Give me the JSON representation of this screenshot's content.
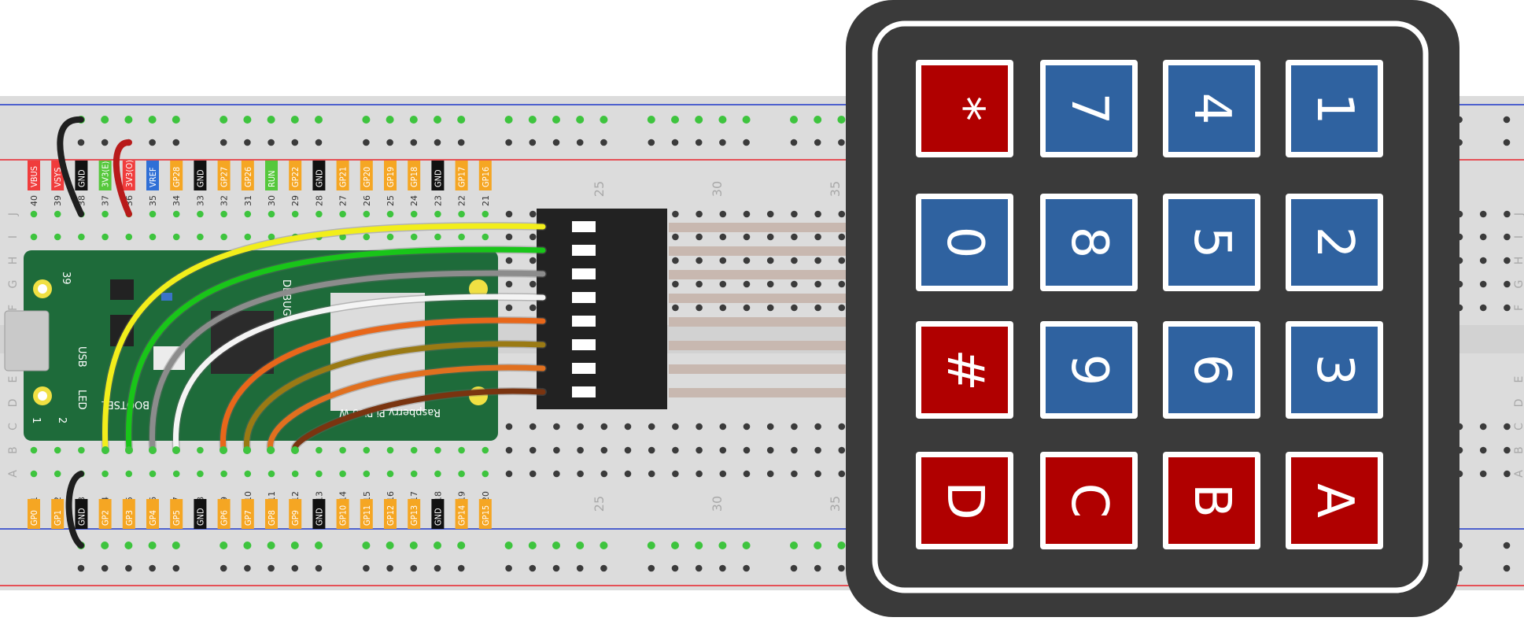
{
  "colors": {
    "breadboard": "#dcdcdc",
    "rail_red": "#e8222a",
    "rail_blue": "#1f38c9",
    "hole": "#3b3b3b",
    "hole_active": "#3ec43e",
    "pico_board": "#1e6b3a",
    "keypad_body": "#3a3a3a",
    "key_red": "#b00000",
    "key_blue": "#2f62a0",
    "header": "#222222"
  },
  "pico": {
    "top_pins": [
      {
        "num": "40",
        "label": "VBUS",
        "color": "#f03c3c"
      },
      {
        "num": "39",
        "label": "VSYS",
        "color": "#f03c3c"
      },
      {
        "num": "38",
        "label": "GND",
        "color": "#111111"
      },
      {
        "num": "37",
        "label": "3V3(E)",
        "color": "#56c83c"
      },
      {
        "num": "36",
        "label": "3V3(O)",
        "color": "#f03c3c"
      },
      {
        "num": "35",
        "label": "VREF",
        "color": "#2f6fd6"
      },
      {
        "num": "34",
        "label": "GP28",
        "color": "#f5a623"
      },
      {
        "num": "33",
        "label": "GND",
        "color": "#111111"
      },
      {
        "num": "32",
        "label": "GP27",
        "color": "#f5a623"
      },
      {
        "num": "31",
        "label": "GP26",
        "color": "#f5a623"
      },
      {
        "num": "30",
        "label": "RUN",
        "color": "#56c83c"
      },
      {
        "num": "29",
        "label": "GP22",
        "color": "#f5a623"
      },
      {
        "num": "28",
        "label": "GND",
        "color": "#111111"
      },
      {
        "num": "27",
        "label": "GP21",
        "color": "#f5a623"
      },
      {
        "num": "26",
        "label": "GP20",
        "color": "#f5a623"
      },
      {
        "num": "25",
        "label": "GP19",
        "color": "#f5a623"
      },
      {
        "num": "24",
        "label": "GP18",
        "color": "#f5a623"
      },
      {
        "num": "23",
        "label": "GND",
        "color": "#111111"
      },
      {
        "num": "22",
        "label": "GP17",
        "color": "#f5a623"
      },
      {
        "num": "21",
        "label": "GP16",
        "color": "#f5a623"
      }
    ],
    "bottom_pins": [
      {
        "num": "1",
        "label": "GP0",
        "color": "#f5a623"
      },
      {
        "num": "2",
        "label": "GP1",
        "color": "#f5a623"
      },
      {
        "num": "3",
        "label": "GND",
        "color": "#111111"
      },
      {
        "num": "4",
        "label": "GP2",
        "color": "#f5a623"
      },
      {
        "num": "5",
        "label": "GP3",
        "color": "#f5a623"
      },
      {
        "num": "6",
        "label": "GP4",
        "color": "#f5a623"
      },
      {
        "num": "7",
        "label": "GP5",
        "color": "#f5a623"
      },
      {
        "num": "8",
        "label": "GND",
        "color": "#111111"
      },
      {
        "num": "9",
        "label": "GP6",
        "color": "#f5a623"
      },
      {
        "num": "10",
        "label": "GP7",
        "color": "#f5a623"
      },
      {
        "num": "11",
        "label": "GP8",
        "color": "#f5a623"
      },
      {
        "num": "12",
        "label": "GP9",
        "color": "#f5a623"
      },
      {
        "num": "13",
        "label": "GND",
        "color": "#111111"
      },
      {
        "num": "14",
        "label": "GP10",
        "color": "#f5a623"
      },
      {
        "num": "15",
        "label": "GP11",
        "color": "#f5a623"
      },
      {
        "num": "16",
        "label": "GP12",
        "color": "#f5a623"
      },
      {
        "num": "17",
        "label": "GP13",
        "color": "#f5a623"
      },
      {
        "num": "18",
        "label": "GND",
        "color": "#111111"
      },
      {
        "num": "19",
        "label": "GP14",
        "color": "#f5a623"
      },
      {
        "num": "20",
        "label": "GP15",
        "color": "#f5a623"
      }
    ],
    "board_text": {
      "usb": "USB",
      "led": "LED",
      "bootsel": "BOOTSEL",
      "name": "Raspberry Pi Pico W",
      "pin39": "39",
      "pin1": "1",
      "pin2": "2",
      "debug": "DEBUG"
    }
  },
  "breadboard": {
    "column_numbers": [
      "25",
      "30",
      "35"
    ],
    "row_letters": [
      "J",
      "I",
      "H",
      "G",
      "F",
      "E",
      "D",
      "C",
      "B",
      "A"
    ]
  },
  "keypad": {
    "keys": [
      [
        "*",
        "7",
        "4",
        "1"
      ],
      [
        "0",
        "8",
        "5",
        "2"
      ],
      [
        "#",
        "9",
        "6",
        "3"
      ],
      [
        "D",
        "C",
        "B",
        "A"
      ]
    ],
    "key_colors": [
      [
        "red",
        "blue",
        "blue",
        "blue"
      ],
      [
        "blue",
        "blue",
        "blue",
        "blue"
      ],
      [
        "red",
        "blue",
        "blue",
        "blue"
      ],
      [
        "red",
        "red",
        "red",
        "red"
      ]
    ]
  },
  "wires": [
    {
      "name": "wire-yellow",
      "color": "#f2ee1b"
    },
    {
      "name": "wire-green",
      "color": "#19c519"
    },
    {
      "name": "wire-gray",
      "color": "#8c8c8c"
    },
    {
      "name": "wire-white",
      "color": "#f4f4f4"
    },
    {
      "name": "wire-orange-1",
      "color": "#e8671a"
    },
    {
      "name": "wire-olive",
      "color": "#9a7a14"
    },
    {
      "name": "wire-orange-2",
      "color": "#e0701f"
    },
    {
      "name": "wire-brown",
      "color": "#7a3410"
    }
  ]
}
